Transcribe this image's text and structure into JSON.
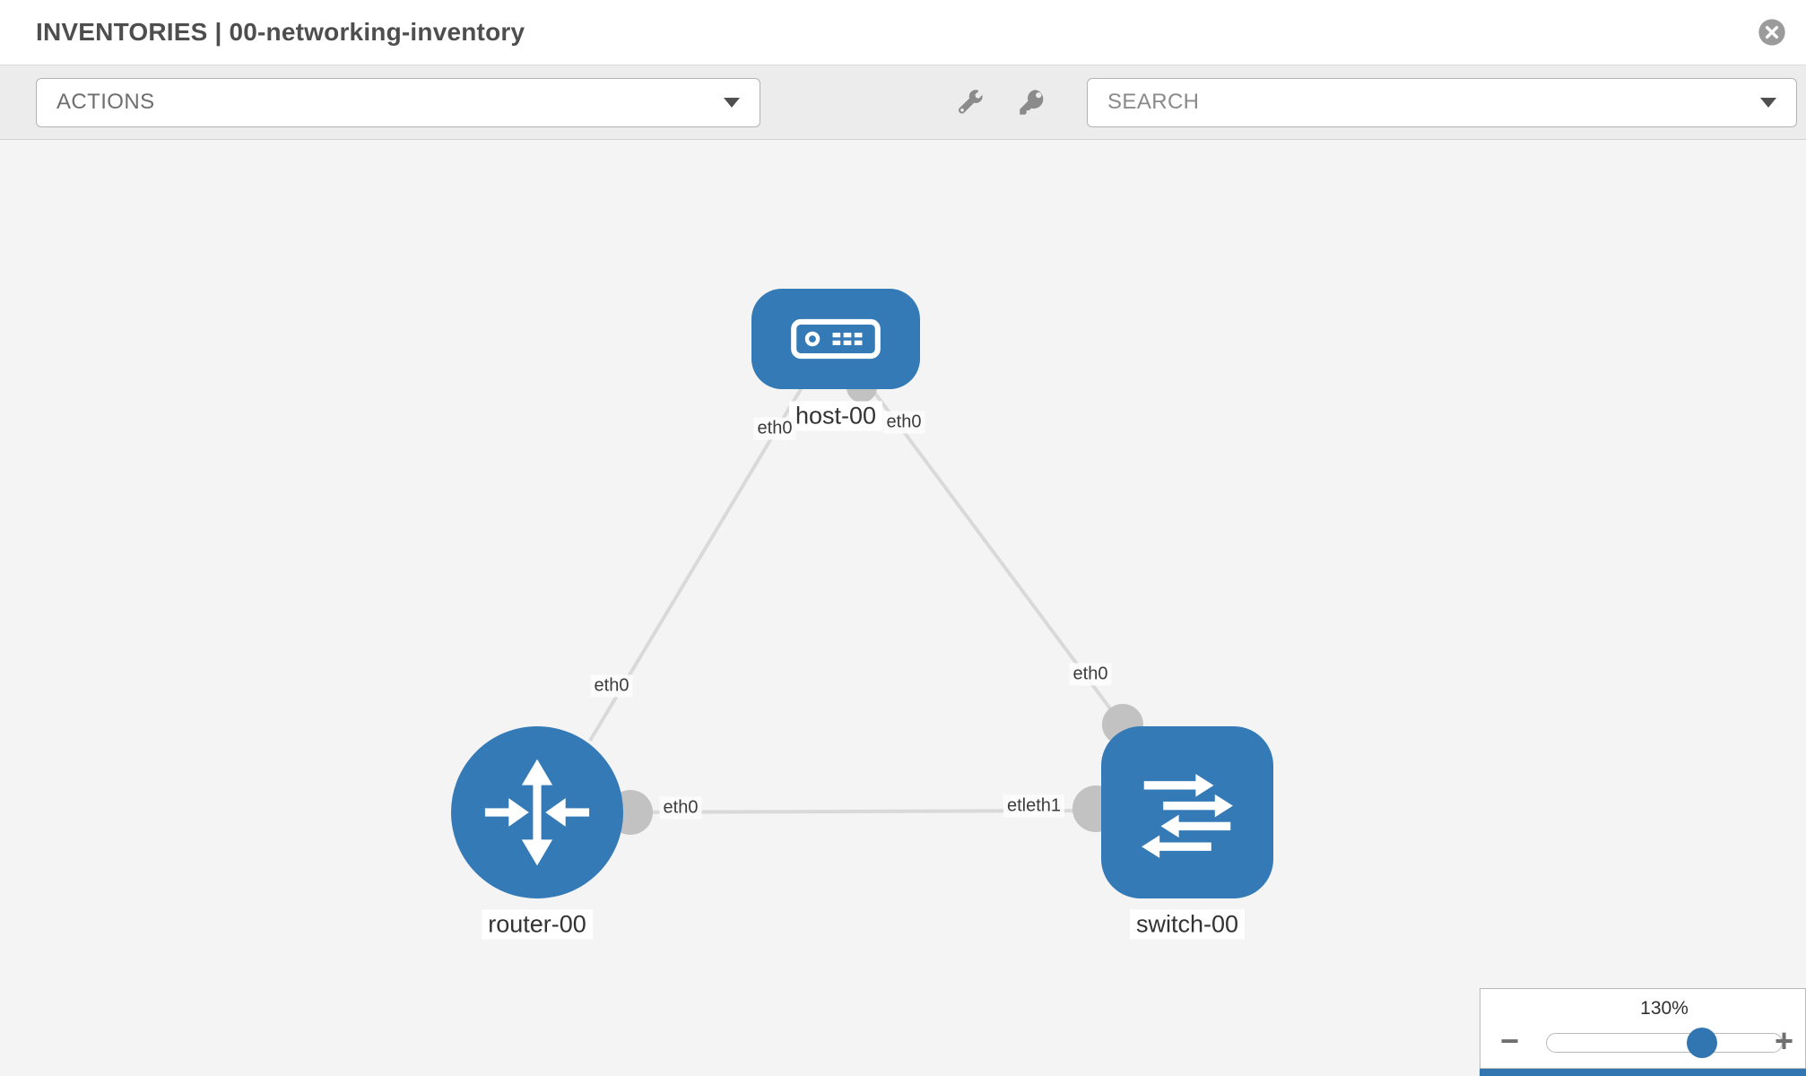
{
  "header": {
    "title": "INVENTORIES | 00-networking-inventory",
    "close_icon": "close-icon"
  },
  "toolbar": {
    "actions_label": "ACTIONS",
    "search_label": "SEARCH",
    "wrench_icon": "wrench-icon",
    "key_icon": "key-icon",
    "chevron_icon": "chevron-down-icon"
  },
  "topology": {
    "nodes": [
      {
        "label": "host-00",
        "type": "host"
      },
      {
        "label": "router-00",
        "type": "router"
      },
      {
        "label": "switch-00",
        "type": "switch"
      }
    ],
    "links": [
      {
        "from": "host-00",
        "to": "router-00",
        "from_label": "eth0",
        "to_label": "eth0"
      },
      {
        "from": "host-00",
        "to": "switch-00",
        "from_label": "eth0",
        "to_label": "eth0"
      },
      {
        "from": "router-00",
        "to": "switch-00",
        "from_label": "eth0",
        "to_label": "etleth1"
      }
    ]
  },
  "zoom": {
    "level": "130%",
    "zoom_out": "−",
    "zoom_in": "+"
  },
  "colors": {
    "node_blue": "#337ab7",
    "link_gray": "#d9d9d9",
    "endpoint_gray": "#c2c2c2",
    "canvas_bg": "#f4f4f4",
    "toolbar_bg": "#ececec"
  }
}
